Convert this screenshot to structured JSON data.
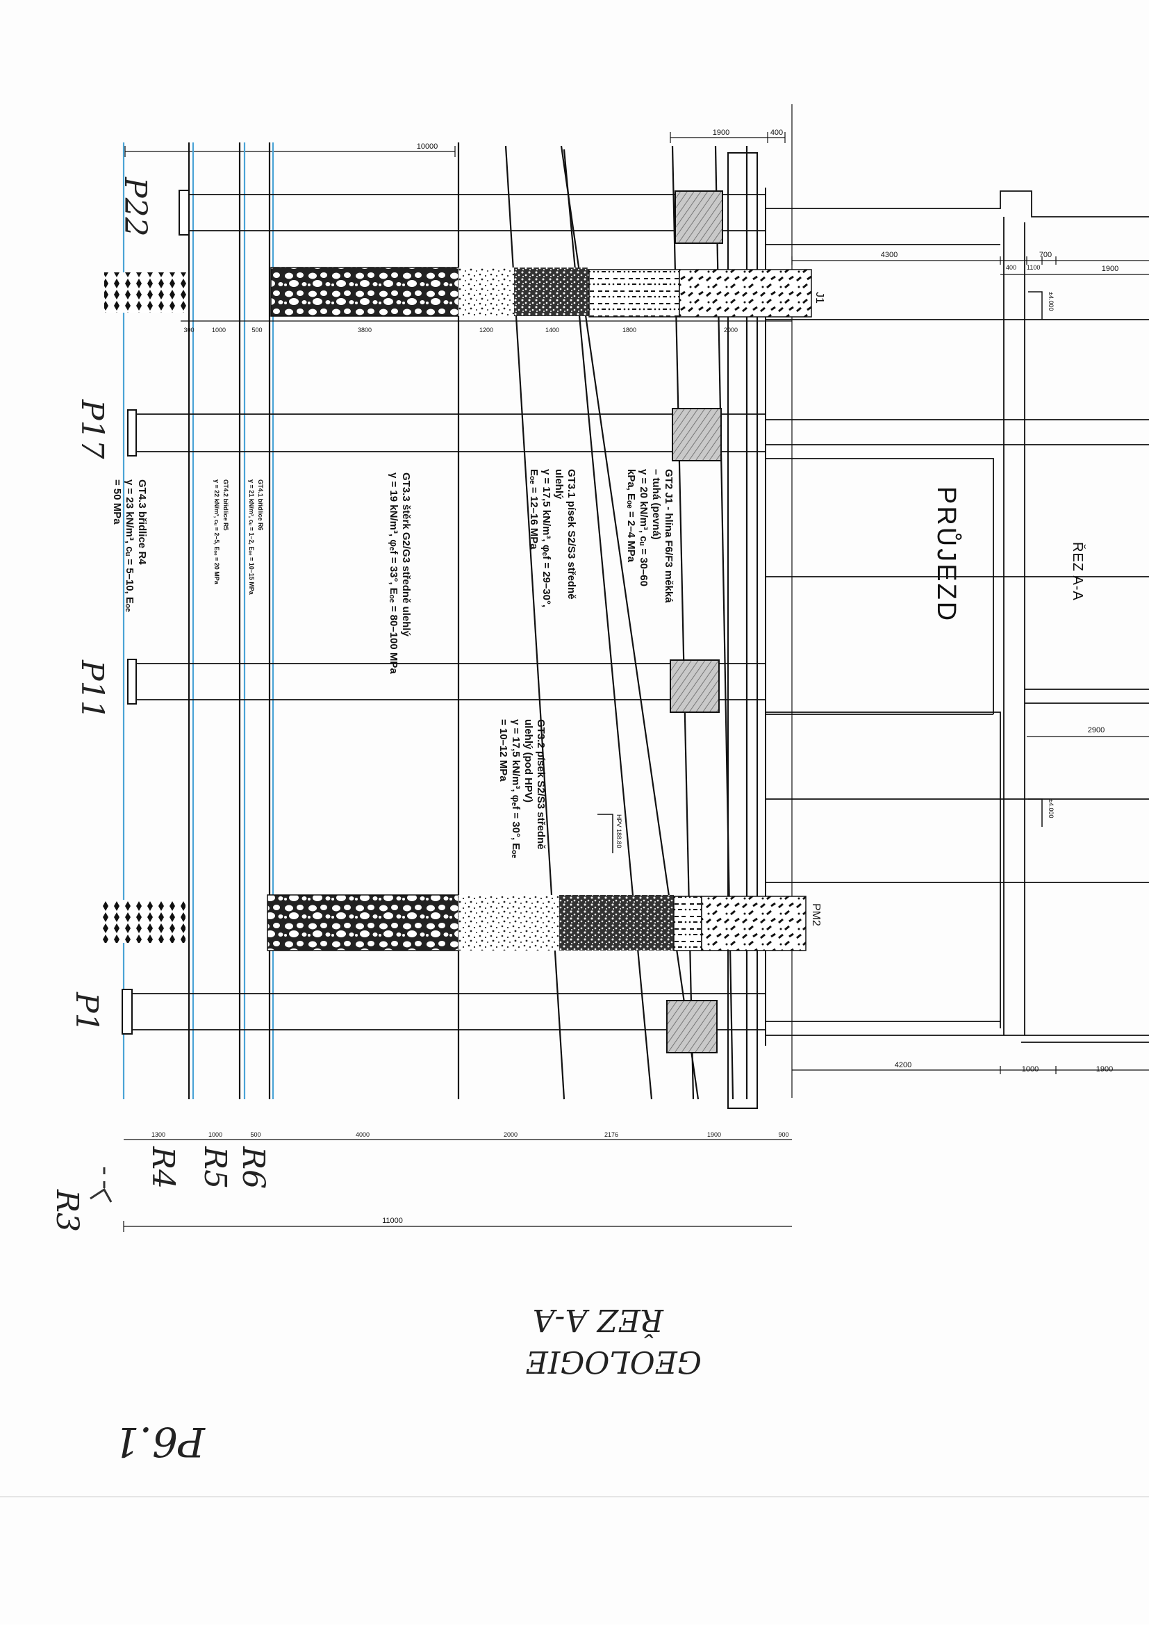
{
  "drawing": {
    "section_label": "ŘEZ A-A",
    "passage_label": "PRŮJEZD",
    "footer_title": "GEOLOGIE",
    "footer_subtitle": "ŘEZ A-A",
    "sheet_number": "P6.1",
    "piles": [
      "P22",
      "P17",
      "P11",
      "P1"
    ],
    "layer_marks": [
      "R6",
      "R5",
      "R4",
      "R3"
    ],
    "probes": {
      "top": "J1",
      "bottom": "PM2"
    },
    "level_marks": [
      "±4.000",
      "±4.000"
    ],
    "hpv_label": "HPV 188.80",
    "bottom_total": "11000",
    "notes": {
      "gt2": [
        "GT2 J1 - hlína F6/F3 měkká",
        "– tuhá (pevná)",
        "γ = 20 kN/m³, cᵤ = 30–60",
        "kPa, Eₒₑ = 2–4 MPa"
      ],
      "gt31": [
        "GT3.1 písek S2/S3 středně",
        "ulehlý",
        "γ = 17,5 kN/m³, φₑf = 29–30°,",
        "Eₒₑ = 12–16 MPa"
      ],
      "gt32": [
        "GT3.2 písek S2/S3 středně",
        "ulehlý (pod HPV)",
        "γ = 17,5 kN/m³, φₑf = 30°, Eₒₑ",
        "= 10–12 MPa"
      ],
      "gt33": [
        "GT3.3 štěrk G2/G3 středně ulehlý",
        "γ = 19 kN/m³, φₑf = 33°, Eₒₑ = 80–100 MPa"
      ],
      "gt41": [
        "GT4.1 břidlice R6",
        "γ = 21 kN/m³, cᵤ = 1–2, Eₒₑ = 10–15 MPa"
      ],
      "gt42": [
        "GT4.2 břidlice R5",
        "γ = 22 kN/m³, cᵤ = 2–5, Eₒₑ = 20 MPa"
      ],
      "gt43": [
        "GT4.3 břidlice R4",
        "γ = 23 kN/m³, cᵤ = 5–10, Eₒₑ",
        "= 50 MPa"
      ]
    },
    "dims": {
      "top_row": [
        "1900",
        "400"
      ],
      "top_long": "10000",
      "upper_strip": [
        "300",
        "1000",
        "500",
        "3800",
        "1200",
        "1400",
        "1800",
        "2000"
      ],
      "bottom_strip": [
        "1300",
        "1000",
        "500",
        "4000",
        "2000",
        "2176",
        "1900",
        "900"
      ],
      "right_top": [
        "4300",
        "700",
        "400",
        "1100",
        "1900"
      ],
      "right_mid": "2900",
      "right_bottom": [
        "4200",
        "1000",
        "1900"
      ]
    }
  }
}
